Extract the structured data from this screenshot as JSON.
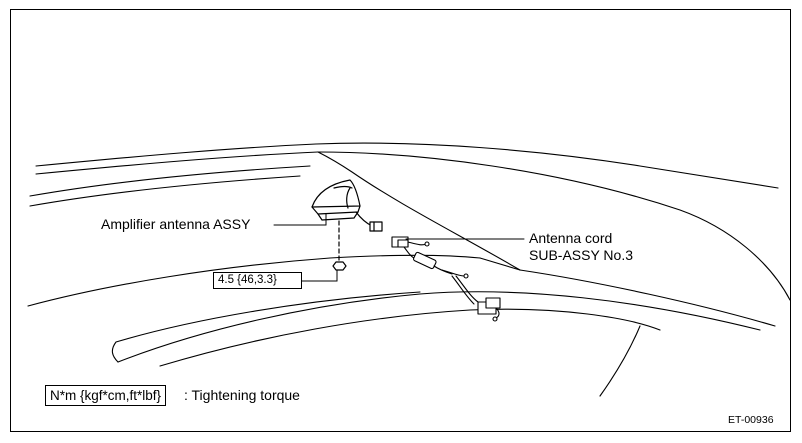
{
  "labels": {
    "amplifier_antenna": "Amplifier antenna ASSY",
    "antenna_cord_line1": "Antenna cord",
    "antenna_cord_line2": "SUB-ASSY No.3",
    "torque_value": "4.5 {46,3.3}"
  },
  "legend": {
    "unit_box": "N*m {kgf*cm,ft*lbf}",
    "description": ": Tightening torque"
  },
  "figure_code": "ET-00936"
}
